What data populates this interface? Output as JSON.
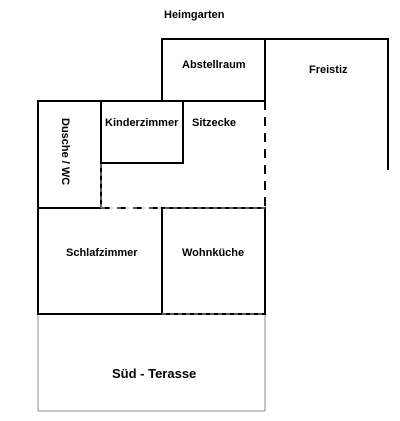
{
  "plan": {
    "header_label": "Heimgarten",
    "rooms": {
      "abstellraum": "Abstellraum",
      "freistiz": "Freistiz",
      "dusche_wc": "Dusche / WC",
      "kinderzimmer": "Kinderzimmer",
      "sitzecke": "Sitzecke",
      "schlafzimmer": "Schlafzimmer",
      "wohnkueche": "Wohnküche",
      "sued_terasse": "Süd - Terasse"
    }
  },
  "colors": {
    "wall": "#000000",
    "partition": "#8c8c8c",
    "text": "#000000",
    "background": "#ffffff"
  }
}
